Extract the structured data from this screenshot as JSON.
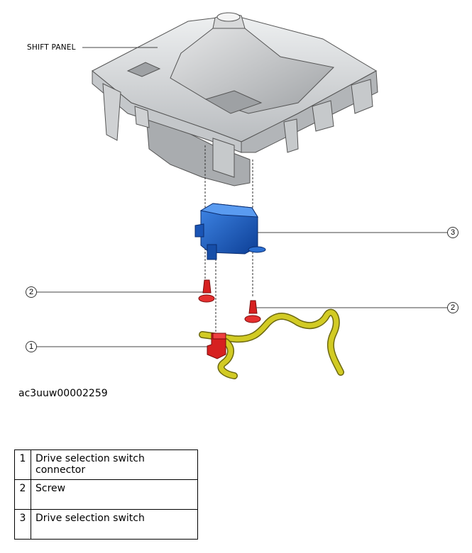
{
  "figure": {
    "shift_panel_label": "SHIFT PANEL",
    "callouts": [
      "3",
      "2",
      "2",
      "1"
    ]
  },
  "caption": "ac3uuw00002259",
  "legend": [
    {
      "num": "1",
      "desc": "Drive selection switch connector"
    },
    {
      "num": "2",
      "desc": "Screw"
    },
    {
      "num": "3",
      "desc": "Drive selection switch"
    }
  ],
  "colors": {
    "panel": "#d7d9db",
    "switch": "#1e63c8",
    "screw": "#d62020",
    "harness": "#c8c21a"
  }
}
